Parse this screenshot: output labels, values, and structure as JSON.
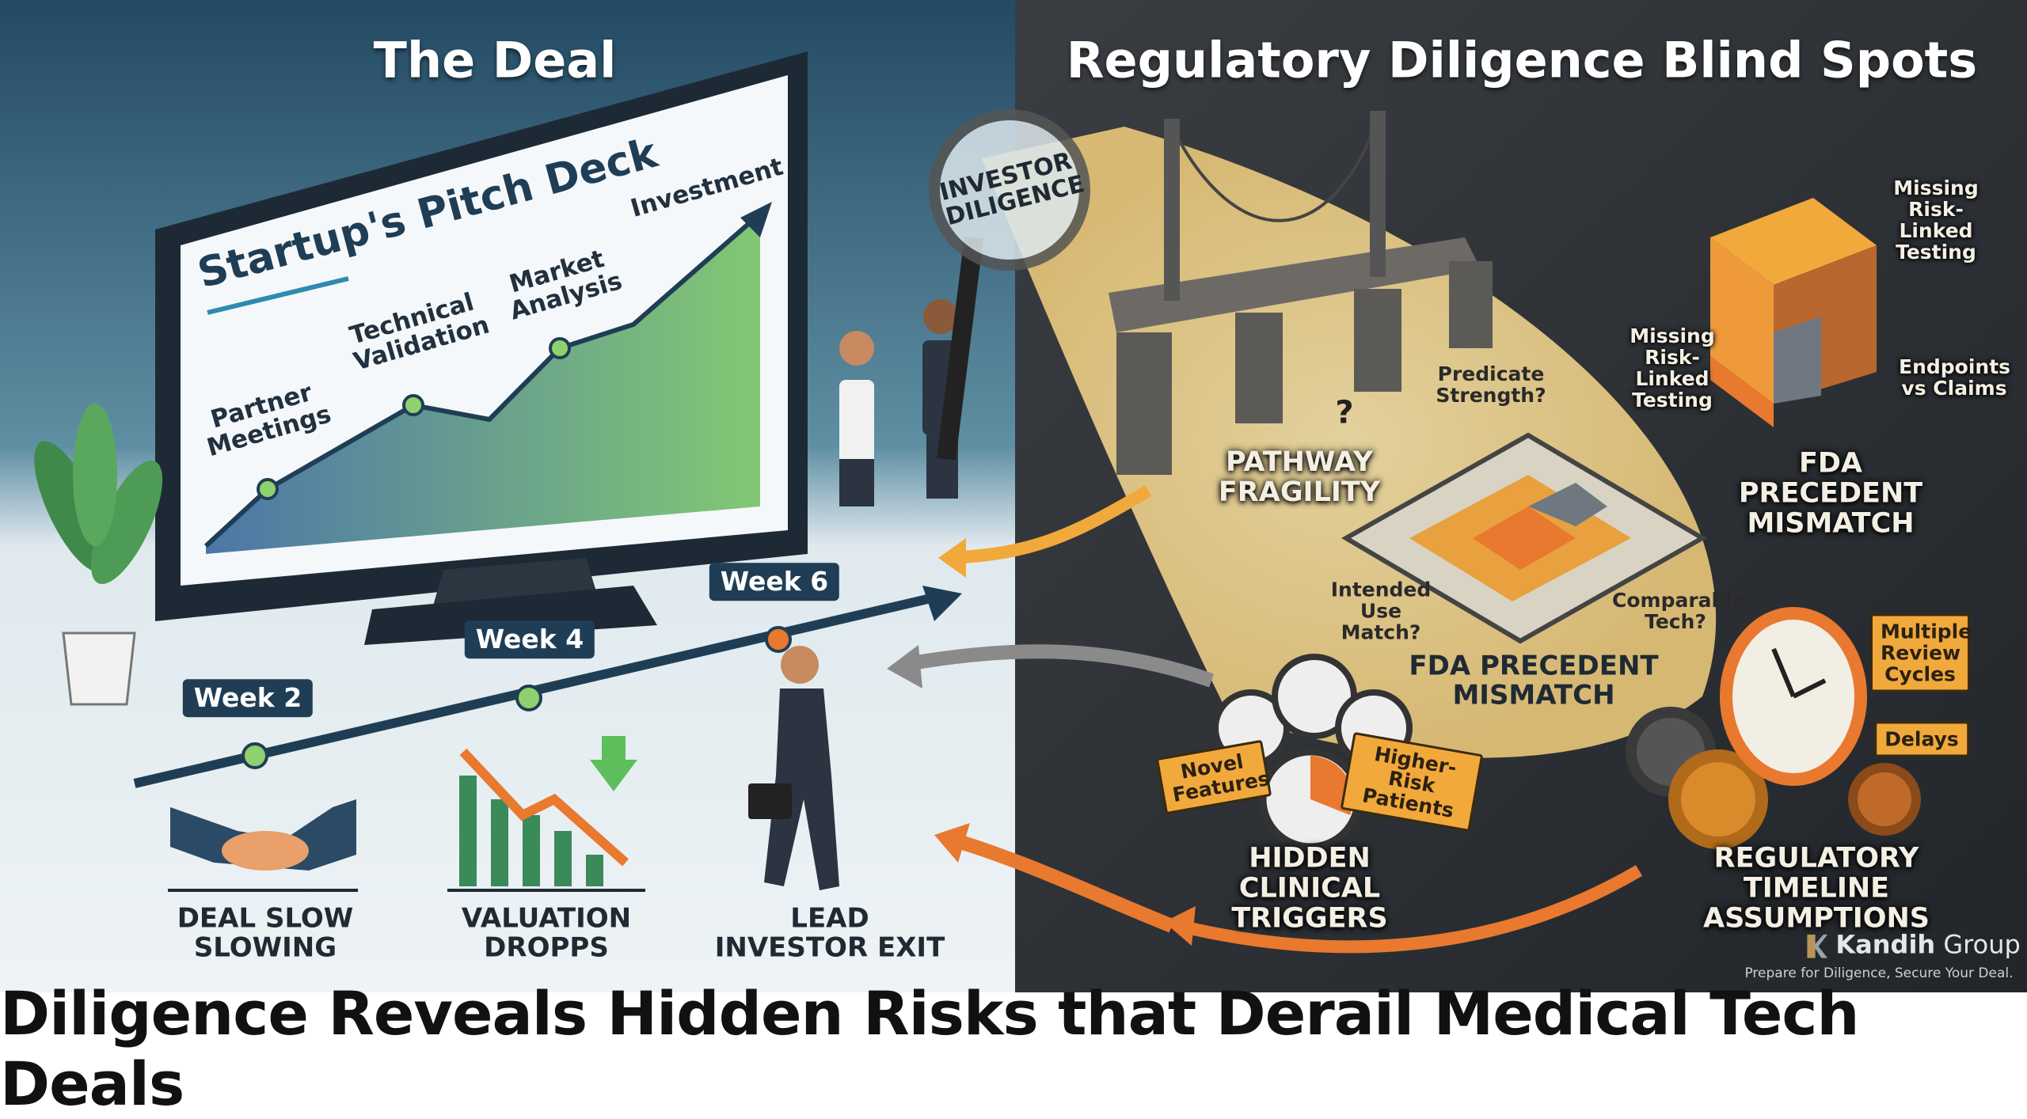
{
  "left_panel": {
    "title": "The Deal",
    "pitch_deck": {
      "title": "Startup's Pitch Deck",
      "milestones": [
        "Partner Meetings",
        "Technical Validation",
        "Market Analysis",
        "Investment"
      ]
    },
    "magnifier_label": "INVESTOR DILIGENCE",
    "timeline": {
      "weeks": [
        "Week 2",
        "Week 4",
        "Week 6"
      ],
      "outcomes": [
        "DEAL SLOW SLOWING",
        "VALUATION DROPPS",
        "LEAD INVESTOR EXIT"
      ]
    }
  },
  "right_panel": {
    "title": "Regulatory Diligence Blind Spots",
    "pathway": {
      "label": "PATHWAY FRAGILITY",
      "note": "Predicate Strength?",
      "question": "?"
    },
    "cube": {
      "label": "FDA PRECEDENT MISMATCH",
      "notes": [
        "Missing Risk-Linked Testing",
        "Missing Risk-Linked Testing",
        "Endpoints vs Claims"
      ]
    },
    "board": {
      "label": "FDA PRECEDENT MISMATCH",
      "notes": [
        "Intended Use Match?",
        "Comparable Tech?"
      ]
    },
    "clinical": {
      "label": "HIDDEN CLINICAL TRIGGERS",
      "tags": [
        "Novel Features",
        "Higher-Risk Patients"
      ]
    },
    "timeline": {
      "label": "REGULATORY TIMELINE ASSUMPTIONS",
      "tags": [
        "Multiple Review Cycles",
        "Delays"
      ]
    },
    "brand": {
      "name_bold": "Kandih",
      "name_light": "Group",
      "tagline": "Prepare for Diligence, Secure Your Deal."
    }
  },
  "headline": "Diligence Reveals Hidden Risks that Derail Medical Tech Deals",
  "colors": {
    "left_bg": "#2f5a73",
    "right_bg": "#2b2f33",
    "accent_orange": "#e8792f",
    "accent_green": "#6fb35a",
    "spotlight": "#f3d99a"
  }
}
